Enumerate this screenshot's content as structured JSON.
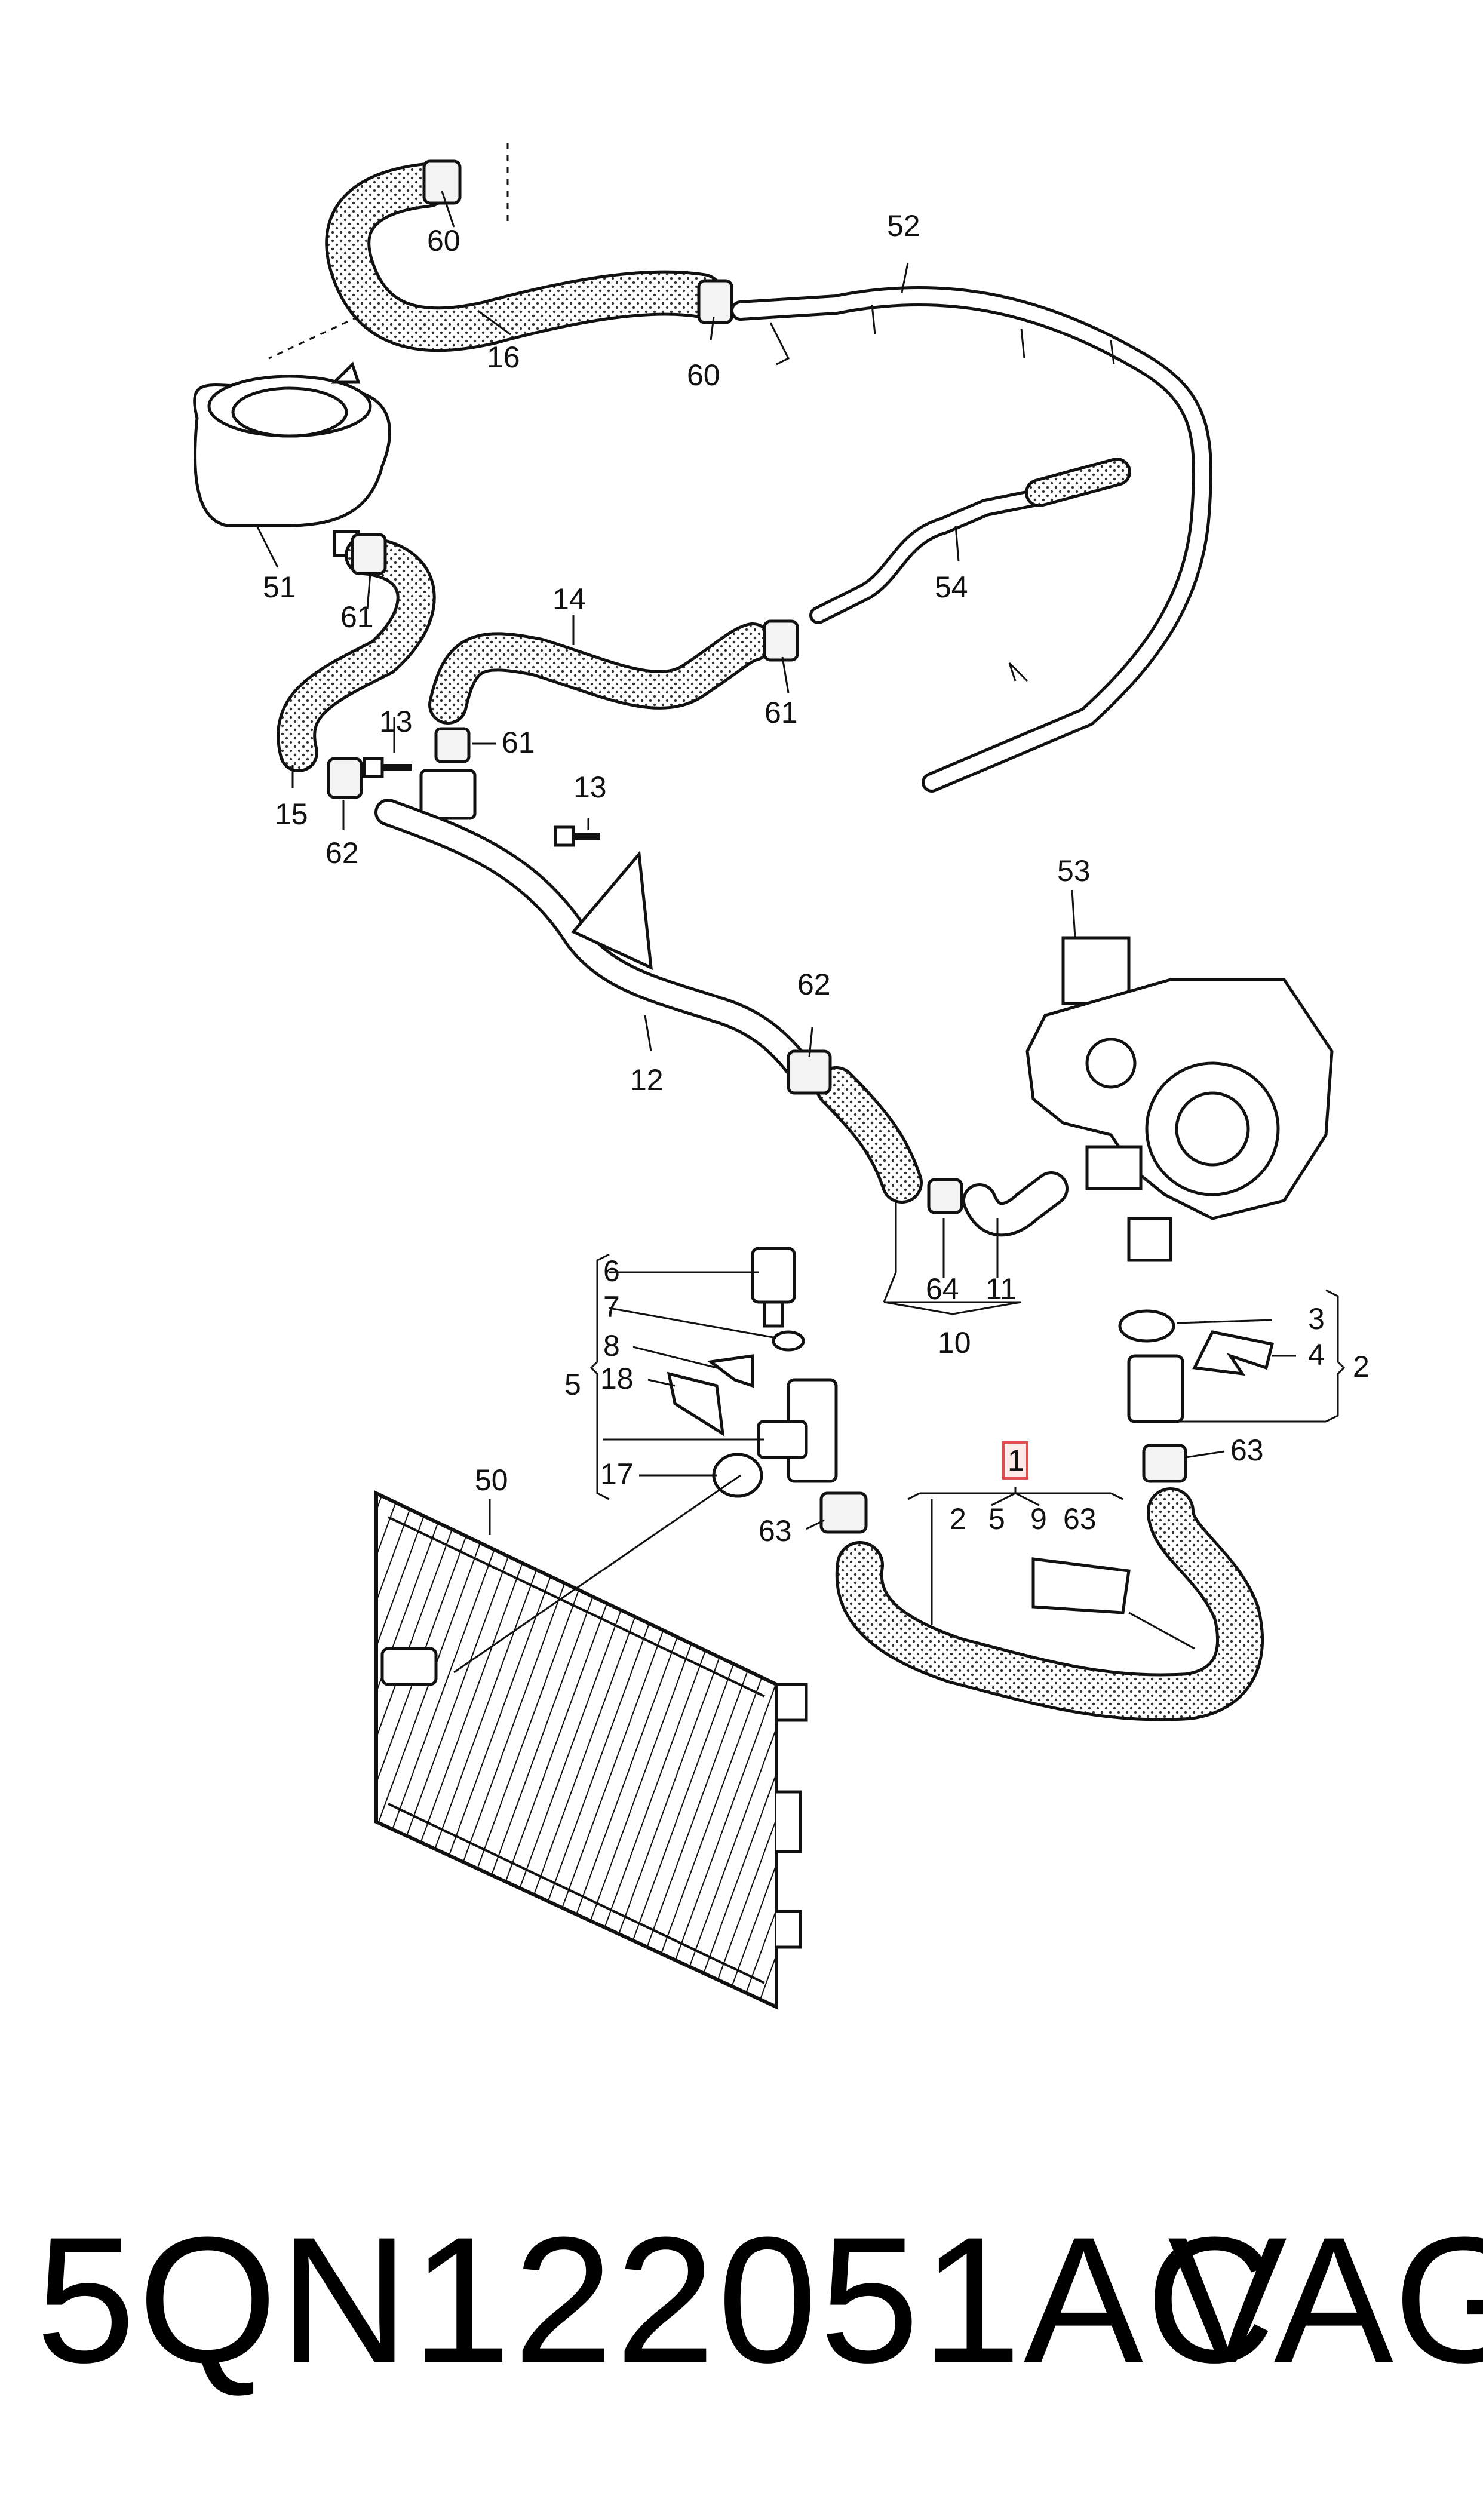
{
  "diagram": {
    "callouts": {
      "c60a": "60",
      "c60b": "60",
      "c52": "52",
      "c16": "16",
      "c51": "51",
      "c61a": "61",
      "c14": "14",
      "c54": "54",
      "c61b": "61",
      "c13a": "13",
      "c61c": "61",
      "c15": "15",
      "c62a": "62",
      "c13b": "13",
      "c53": "53",
      "c62b": "62",
      "c12": "12",
      "c64": "64",
      "c11": "11",
      "c10": "10",
      "c6": "6",
      "c7": "7",
      "c8": "8",
      "c18": "18",
      "c5": "5",
      "c17": "17",
      "c3": "3",
      "c4": "4",
      "c2": "2",
      "c63a": "63",
      "c50": "50",
      "c1": "1",
      "c63b": "63",
      "k2": "2",
      "k5": "5",
      "k9": "9",
      "k63": "63"
    },
    "highlight_color": "#e05050"
  },
  "footer": {
    "part_number": "5QN122051AC",
    "brand": "VAG"
  }
}
